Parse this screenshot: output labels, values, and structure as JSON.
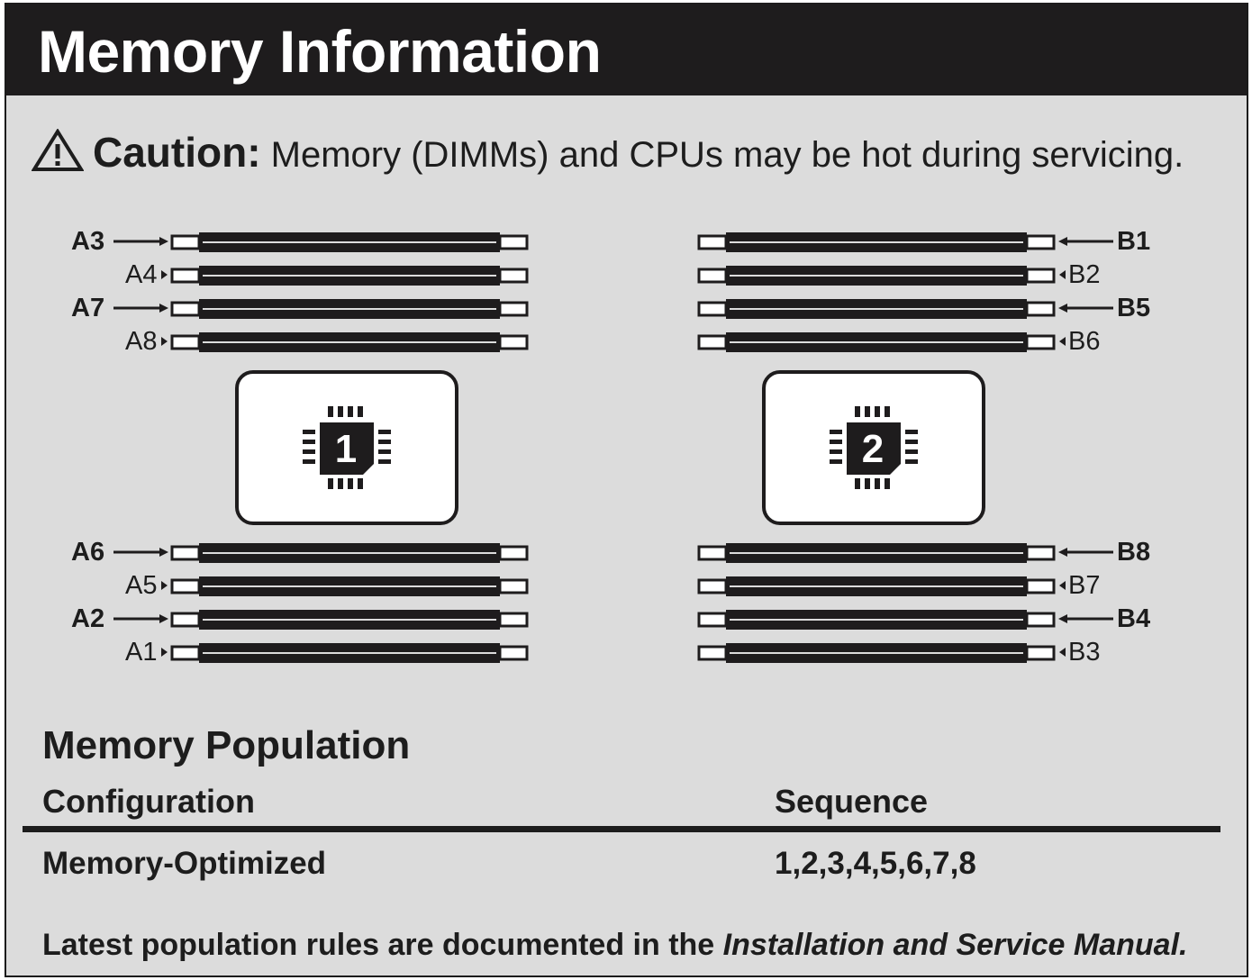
{
  "title": "Memory Information",
  "caution": {
    "label": "Caution:",
    "text": "Memory (DIMMs) and CPUs may be hot during servicing."
  },
  "cpus": [
    {
      "number": "1",
      "top_slots": [
        {
          "label": "A3",
          "bold": true
        },
        {
          "label": "A4",
          "bold": false
        },
        {
          "label": "A7",
          "bold": true
        },
        {
          "label": "A8",
          "bold": false
        }
      ],
      "bottom_slots": [
        {
          "label": "A6",
          "bold": true
        },
        {
          "label": "A5",
          "bold": false
        },
        {
          "label": "A2",
          "bold": true
        },
        {
          "label": "A1",
          "bold": false
        }
      ]
    },
    {
      "number": "2",
      "top_slots": [
        {
          "label": "B1",
          "bold": true
        },
        {
          "label": "B2",
          "bold": false
        },
        {
          "label": "B5",
          "bold": true
        },
        {
          "label": "B6",
          "bold": false
        }
      ],
      "bottom_slots": [
        {
          "label": "B8",
          "bold": true
        },
        {
          "label": "B7",
          "bold": false
        },
        {
          "label": "B4",
          "bold": true
        },
        {
          "label": "B3",
          "bold": false
        }
      ]
    }
  ],
  "population": {
    "title": "Memory Population",
    "columns": [
      "Configuration",
      "Sequence"
    ],
    "rows": [
      {
        "configuration": "Memory-Optimized",
        "sequence": "1,2,3,4,5,6,7,8"
      }
    ]
  },
  "footer": {
    "text": "Latest population rules are documented in the",
    "manual": "Installation and Service Manual."
  },
  "colors": {
    "dark": "#1e1c1d",
    "panel": "#dcdcdc",
    "box": "#ffffff"
  },
  "icons": {
    "warning": "warning-triangle-icon",
    "cpu": "cpu-chip-icon"
  }
}
